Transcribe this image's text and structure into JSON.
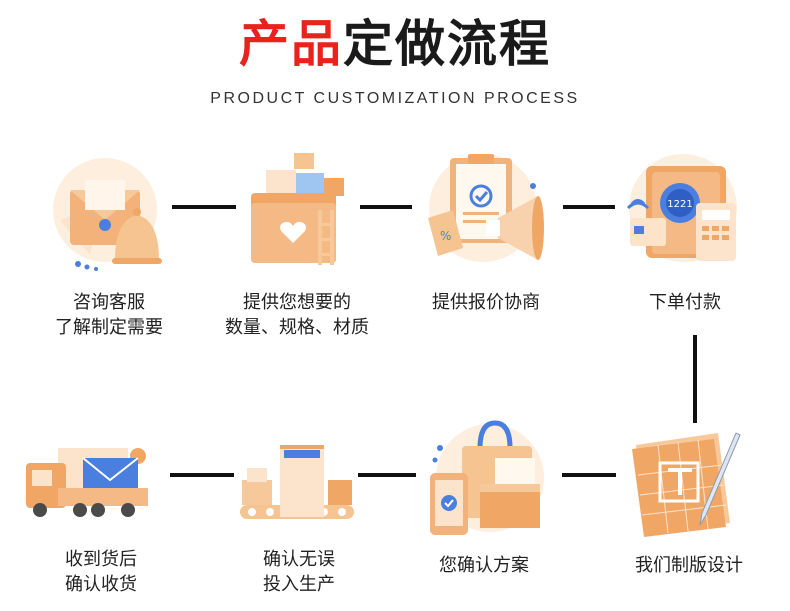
{
  "title": {
    "red": "产品",
    "black": "定做流程"
  },
  "subtitle": "PRODUCT CUSTOMIZATION PROCESS",
  "steps": [
    {
      "line1": "咨询客服",
      "line2": "了解制定需要",
      "icon": "mail-bell-icon"
    },
    {
      "line1": "提供您想要的",
      "line2": "数量、规格、材质",
      "icon": "folder-files-icon"
    },
    {
      "line1": "提供报价协商",
      "line2": "",
      "icon": "clipboard-megaphone-icon"
    },
    {
      "line1": "下单付款",
      "line2": "",
      "icon": "card-payment-icon"
    },
    {
      "line1": "我们制版设计",
      "line2": "",
      "icon": "design-pencil-icon"
    },
    {
      "line1": "您确认方案",
      "line2": "",
      "icon": "bag-phone-icon"
    },
    {
      "line1": "确认无误",
      "line2": "投入生产",
      "icon": "production-line-icon"
    },
    {
      "line1": "收到货后",
      "line2": "确认收货",
      "icon": "delivery-truck-icon"
    }
  ],
  "colors": {
    "accent_red": "#e8231e",
    "orange": "#f0a766",
    "light_orange": "#fbe3cc",
    "blue": "#4a7fe0"
  }
}
